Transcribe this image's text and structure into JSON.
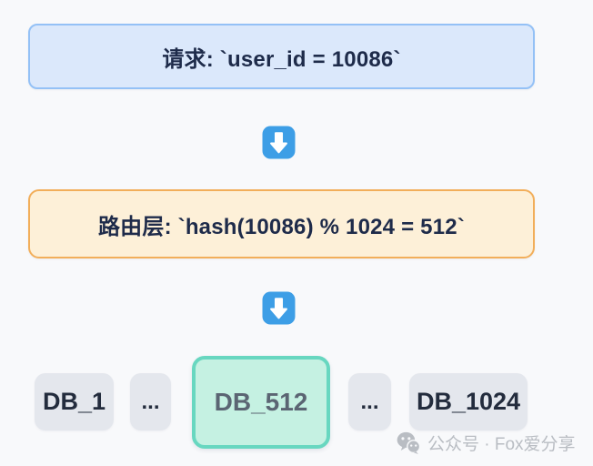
{
  "page": {
    "background": "#f8f9fb"
  },
  "diagram": {
    "request_box": {
      "label": "请求: `user_id = 10086`",
      "bg": "#dbe8fb",
      "border": "#94c1f6",
      "text_color": "#1e2b4a"
    },
    "down_arrow_1": {
      "icon": "down-arrow-emoji",
      "color": "#3d9ee6"
    },
    "routing_box": {
      "label": "路由层: `hash(10086) % 1024 = 512`",
      "bg": "#fdf0d8",
      "border": "#f2ae5a",
      "text_color": "#1e2b4a"
    },
    "down_arrow_2": {
      "icon": "down-arrow-emoji",
      "color": "#3d9ee6"
    },
    "db_row": {
      "nodes": [
        {
          "label": "DB_1",
          "type": "db",
          "selected": false
        },
        {
          "label": "...",
          "type": "ellipsis",
          "selected": false
        },
        {
          "label": "DB_512",
          "type": "db",
          "selected": true
        },
        {
          "label": "...",
          "type": "ellipsis",
          "selected": false
        },
        {
          "label": "DB_1024",
          "type": "db",
          "selected": false
        }
      ],
      "node_bg": "#e4e7ed",
      "node_text_color": "#232c3d",
      "selected_bg": "#c5f1e2",
      "selected_border": "#68d7c0",
      "selected_text_color": "#5b6573"
    }
  },
  "watermark": {
    "icon": "wechat-official-account-icon",
    "text": "公众号 · Fox爱分享",
    "color": "#b9bdc3"
  }
}
